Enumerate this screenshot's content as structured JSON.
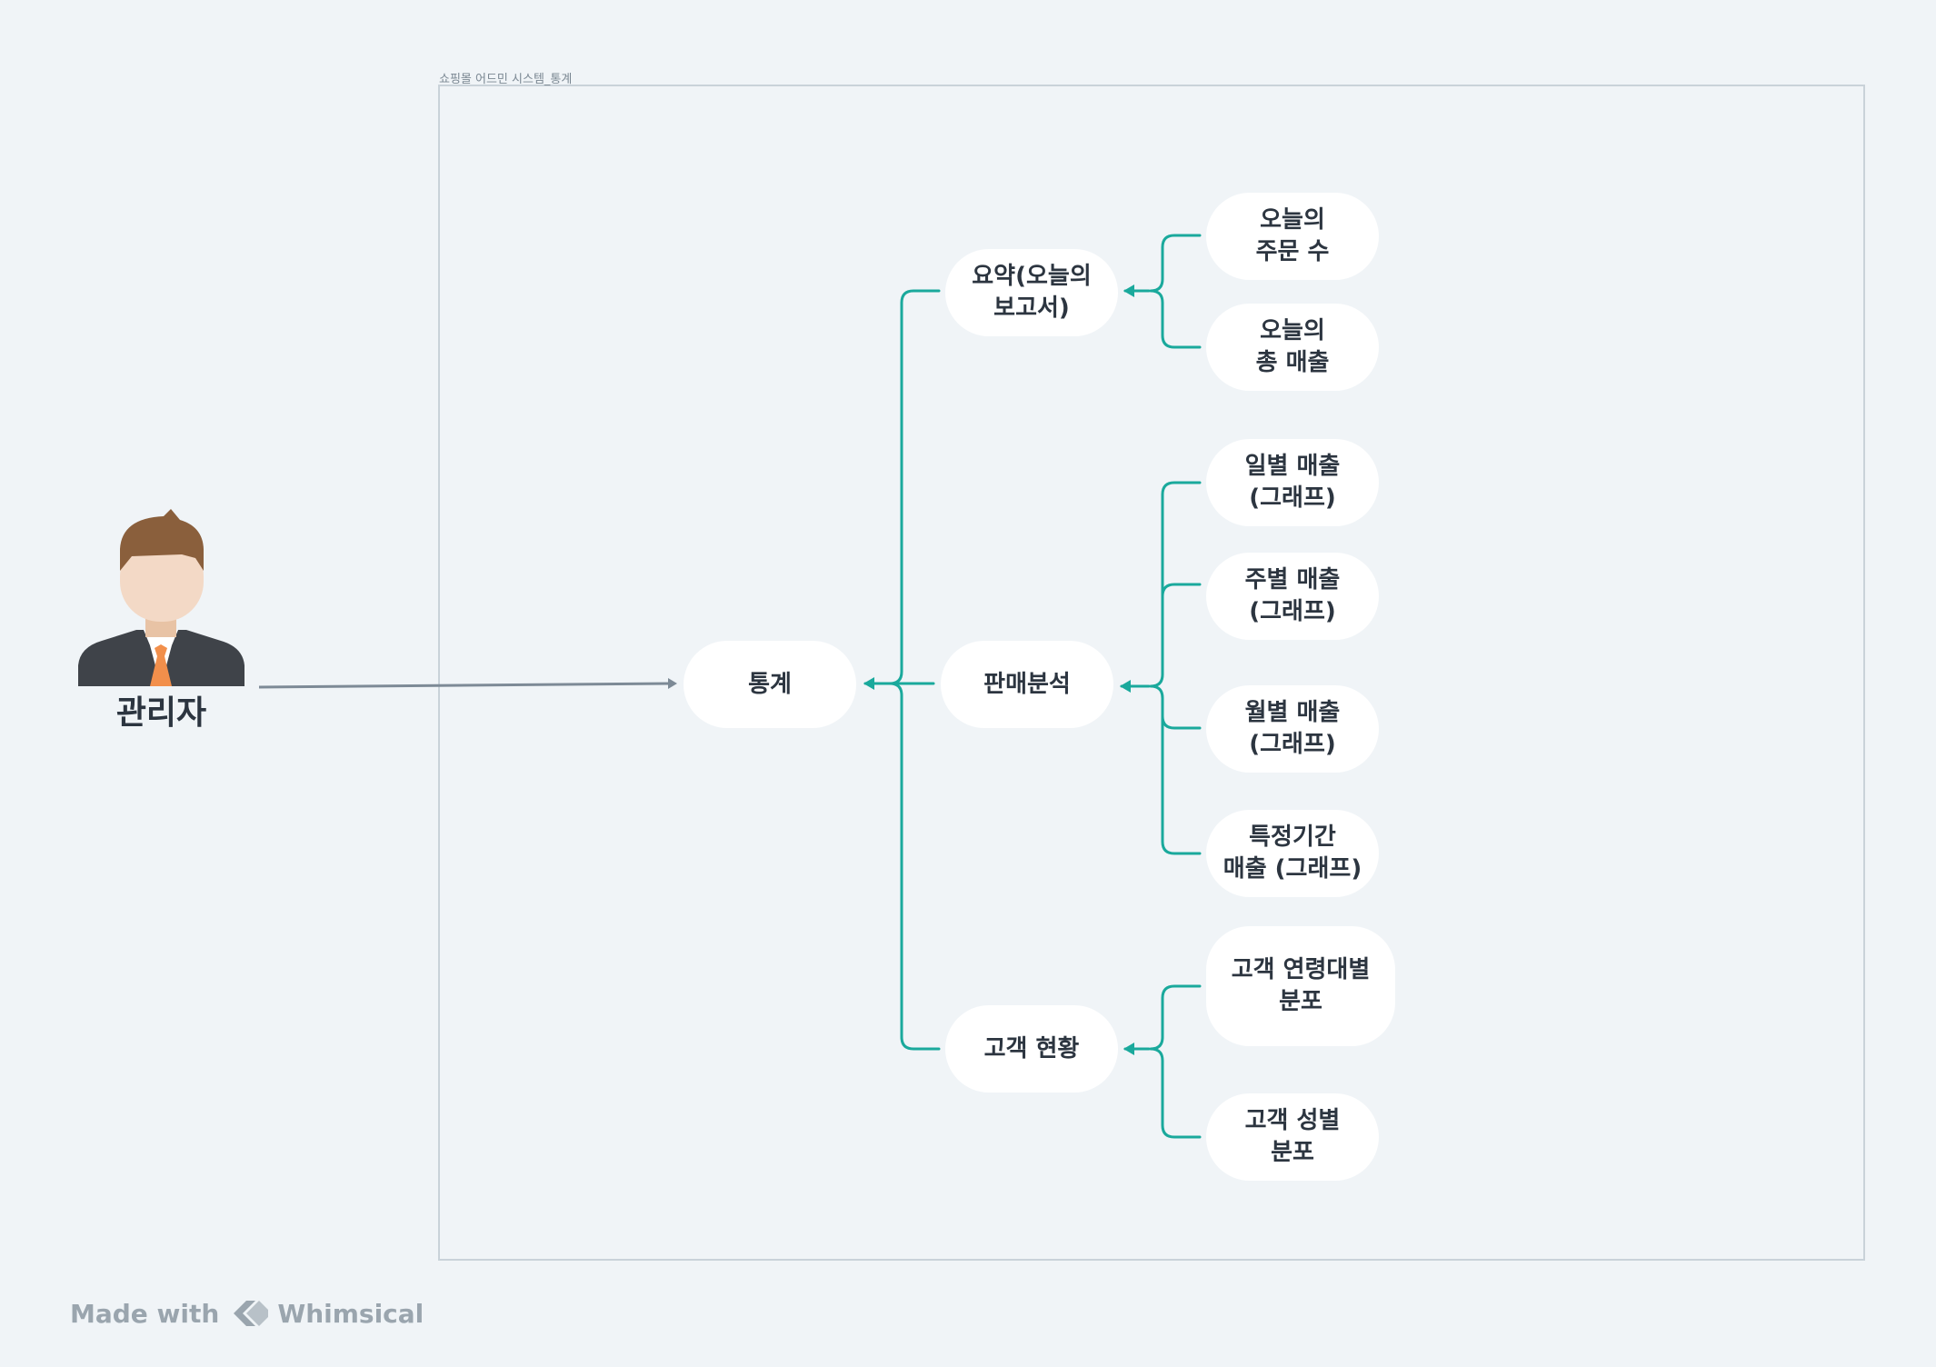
{
  "frame": {
    "title": "쇼핑몰 어드민 시스템_통계"
  },
  "actor": {
    "label": "관리자"
  },
  "nodes": {
    "root": "통계",
    "summary": "요약(오늘의\n보고서)",
    "today_orders": "오늘의\n주문 수",
    "today_sales": "오늘의\n총 매출",
    "sales_analysis": "판매분석",
    "daily_sales": "일별 매출\n(그래프)",
    "weekly_sales": "주별 매출\n(그래프)",
    "monthly_sales": "월별 매출\n(그래프)",
    "period_sales": "특정기간\n매출 (그래프)",
    "customer_status": "고객 현황",
    "age_distribution": "고객 연령대별\n분포",
    "gender_distribution": "고객 성별\n분포"
  },
  "footer": {
    "made_with": "Made with",
    "brand": "Whimsical"
  },
  "colors": {
    "connector": "#1aa99c",
    "arrow": "#7d8a96",
    "frame": "#c9d2d9",
    "background": "#f0f4f7"
  }
}
